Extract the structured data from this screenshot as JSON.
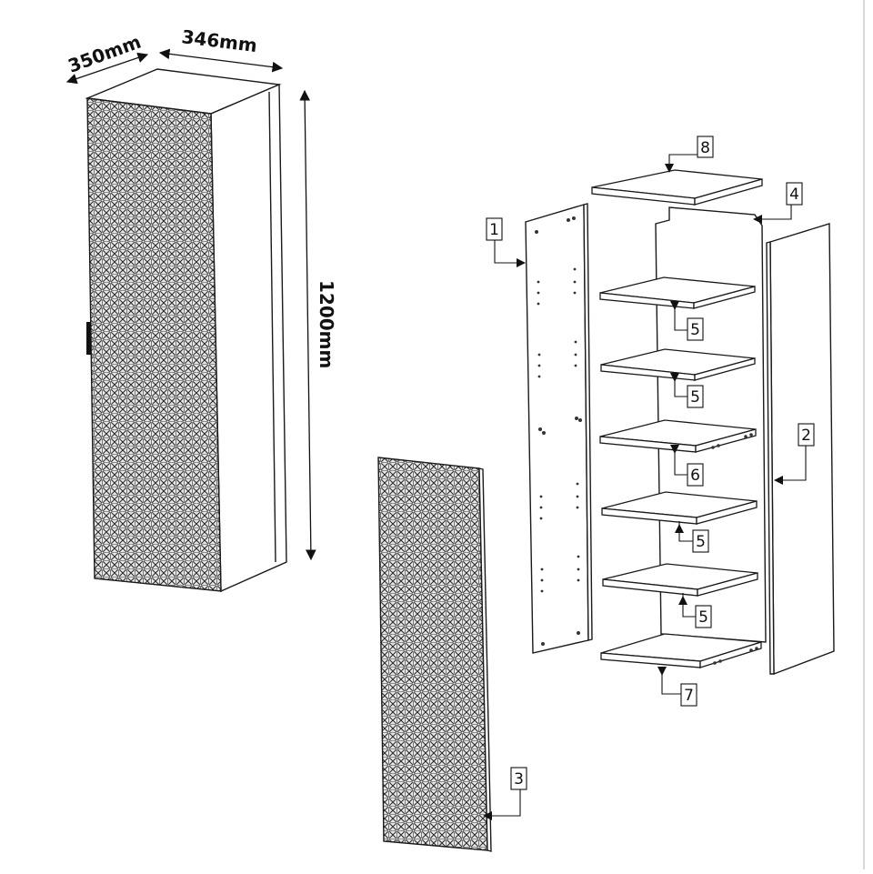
{
  "dimensions": {
    "depth": "350mm",
    "width": "346mm",
    "height": "1200mm"
  },
  "parts": {
    "side_left": "1",
    "side_right": "2",
    "door": "3",
    "back": "4",
    "shelf_a": "5",
    "shelf_b": "5",
    "shelf_fixed": "6",
    "shelf_c": "5",
    "shelf_d": "5",
    "bottom": "7",
    "top": "8"
  },
  "colors": {
    "line": "#1a1a1a",
    "pattern": "#2b2b2b",
    "background": "#ffffff",
    "frame": "#d9d9d9"
  }
}
